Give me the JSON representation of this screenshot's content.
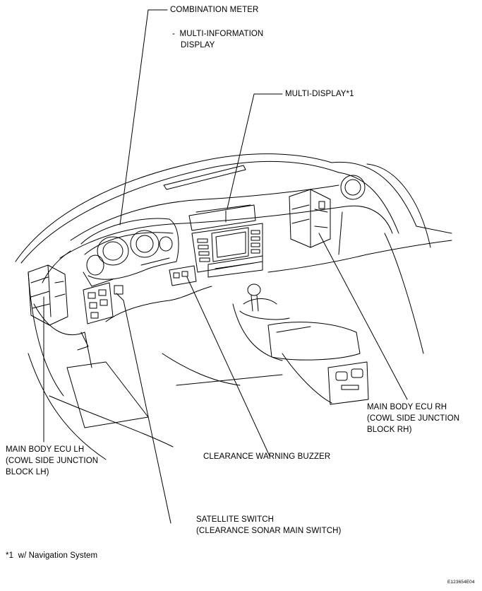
{
  "labels": {
    "combination_meter": "COMBINATION METER",
    "multi_info_line1": "-  MULTI-INFORMATION",
    "multi_info_line2": "DISPLAY",
    "multi_display": "MULTI-DISPLAY*1",
    "ecu_rh_line1": "MAIN BODY ECU RH",
    "ecu_rh_line2": "(COWL SIDE JUNCTION",
    "ecu_rh_line3": "BLOCK RH)",
    "ecu_lh_line1": "MAIN BODY ECU LH",
    "ecu_lh_line2": "(COWL SIDE JUNCTION",
    "ecu_lh_line3": "BLOCK LH)",
    "buzzer": "CLEARANCE WARNING BUZZER",
    "sat_line1": "SATELLITE SWITCH",
    "sat_line2": "(CLEARANCE SONAR MAIN SWITCH)",
    "footnote": "*1  w/ Navigation System",
    "figure_id": "E123654E04"
  }
}
